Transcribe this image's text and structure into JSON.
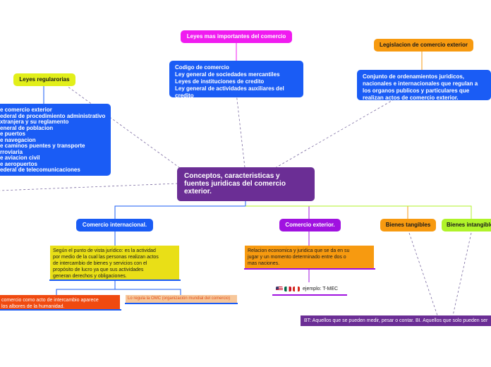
{
  "central": {
    "lines": [
      "Conceptos, caracteristicas y",
      "fuentes juridicas del comercio",
      "exterior."
    ]
  },
  "leyes_importantes": {
    "title": "Leyes mas importantes del comercio",
    "items": [
      "Codigo de comercio",
      "Ley general de sociedades mercantiles",
      "Leyes de instituciones de credito",
      "Ley general de actividades auxiliares del",
      "credito"
    ]
  },
  "legislacion": {
    "title": "Legislacion de comercio exterior",
    "lines": [
      "Conjunto de ordenamientos juridicos,",
      "nacionales e internacionales que regulan a",
      "los organos publicos y particulares que",
      "realizan actos de comercio exterior."
    ]
  },
  "leyes_regularorias": {
    "title": "Leyes regularorias",
    "items": [
      "e comercio exterior",
      "ederal de procedimiento administrativo",
      "xtranjera y su reglamento",
      "eneral de poblacion",
      "e puertos",
      "e navegacion",
      "e caminos puentes y transporte",
      "rroviaria",
      "e aviacion civil",
      "e aeropuertos",
      "ederal de telecomunicaciones"
    ]
  },
  "comercio_internacional": {
    "title": "Comercio internacional.",
    "description": [
      "Según el punto de vista jurídico: es la actividad",
      "por medio de la cual las personas realizan actos",
      "de intercambio de bienes y servicios con el",
      "propósito de lucro ya que sus actividades",
      "generan derechos y obligaciones."
    ],
    "sub1": [
      "comercio como acto de intercambio aparece",
      "los albores de la humanidad."
    ],
    "sub2": "Lo regula la OMC (organización mundial del comercio)"
  },
  "comercio_exterior": {
    "title": "Comercio exterior.",
    "description": [
      "Relacion economica y juridica que se da en su",
      "jugar y un momento determinado entre dos o",
      "mas naciones."
    ],
    "example": "ejemplo: T-MEC"
  },
  "bienes_tangibles": {
    "title": "Bienes tangibles"
  },
  "bienes_intangibles": {
    "title": "Bienes intangibles"
  },
  "bienes_definicion": "BT: Aquellos que se pueden medir, pesar o contar. BI. Aquellos que solo pueden ser",
  "colors": {
    "blue": "#1a5cf5",
    "pink": "#f01bf0",
    "orange": "#f79a10",
    "purple": "#6b2e95",
    "violet": "#a012e0",
    "green": "#b0f32a",
    "yellow": "#e9df17"
  },
  "flags": [
    "us-flag",
    "mexico-flag",
    "canada-flag"
  ]
}
